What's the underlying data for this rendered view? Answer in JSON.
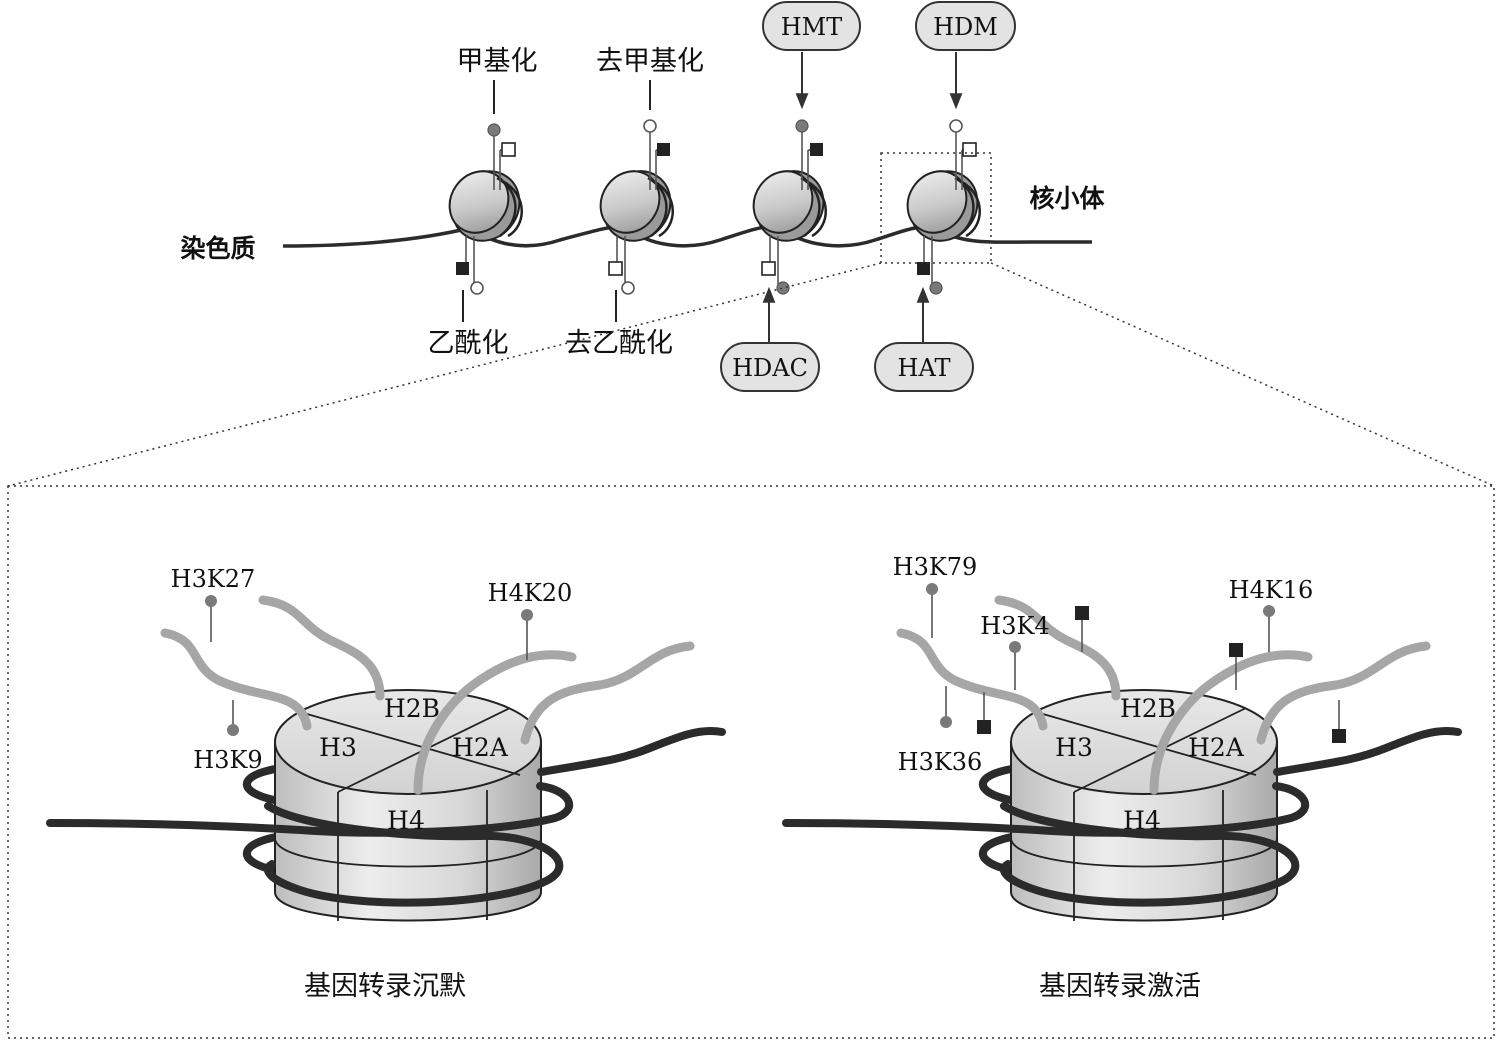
{
  "top": {
    "chromatin_label": "染色质",
    "nucleosome_label": "核小体",
    "methylation_label": "甲基化",
    "demethylation_label": "去甲基化",
    "acetylation_label": "乙酰化",
    "deacetylation_label": "去乙酰化",
    "enzymes": {
      "hmt": "HMT",
      "hdm": "HDM",
      "hdac": "HDAC",
      "hat": "HAT"
    }
  },
  "left_panel": {
    "caption": "基因转录沉默",
    "histones": {
      "h3": "H3",
      "h2b": "H2B",
      "h2a": "H2A",
      "h4": "H4"
    },
    "marks": {
      "a": "H3K27",
      "b": "H4K20",
      "c": "H3K9"
    }
  },
  "right_panel": {
    "caption": "基因转录激活",
    "histones": {
      "h3": "H3",
      "h2b": "H2B",
      "h2a": "H2A",
      "h4": "H4"
    },
    "marks": {
      "a": "H3K79",
      "b": "H3K4",
      "c": "H4K16",
      "d": "H3K36"
    }
  },
  "colors": {
    "dna": "#2b2b2b",
    "tail": "#a6a6a6",
    "methyl_dot": "#7a7a7a",
    "acetyl_square": "#222222",
    "enzyme_fill": "#e3e3e3"
  }
}
